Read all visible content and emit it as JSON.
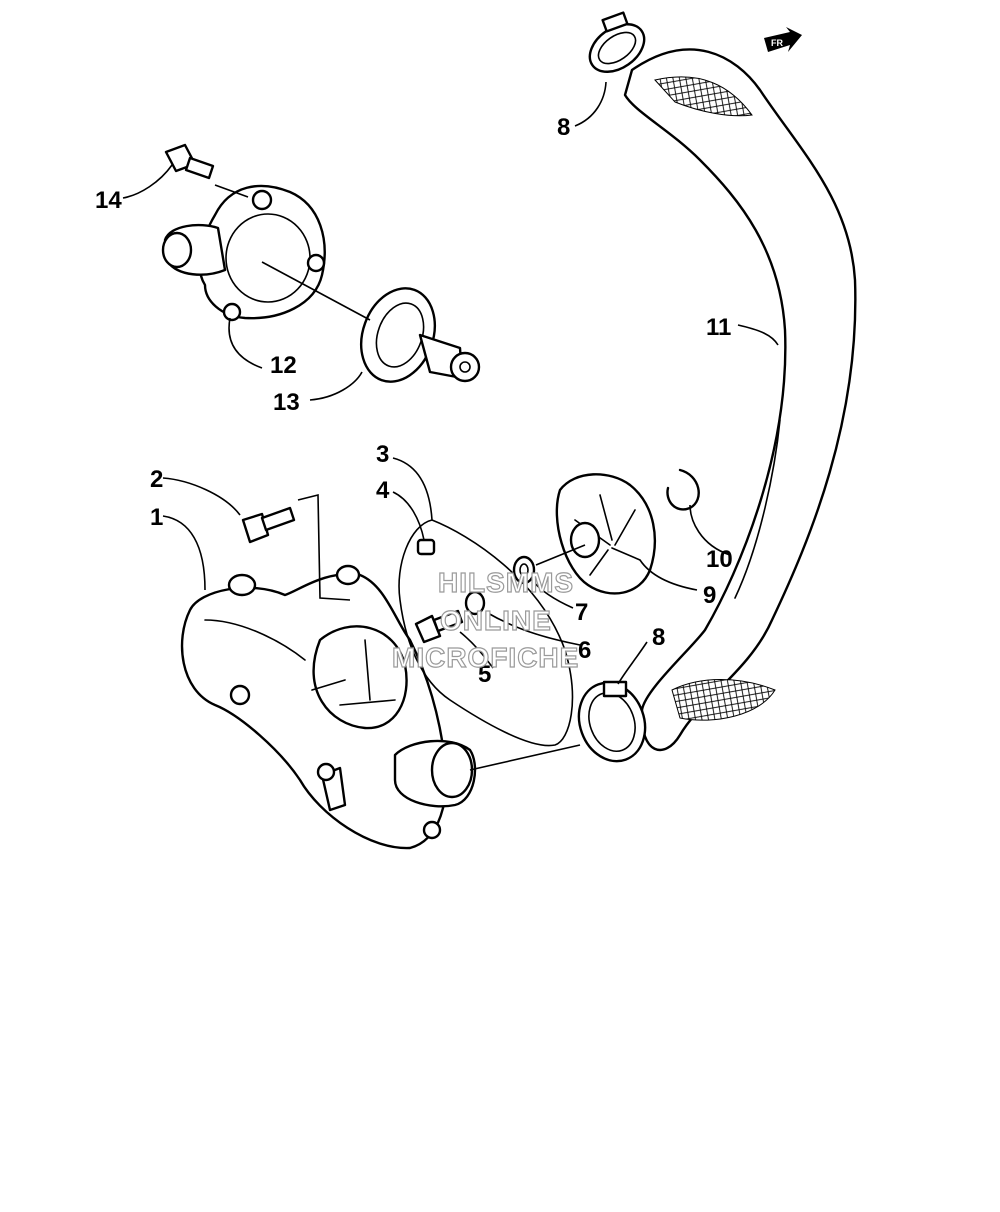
{
  "diagram": {
    "callouts": [
      {
        "id": "c1",
        "text": "1"
      },
      {
        "id": "c2",
        "text": "2"
      },
      {
        "id": "c3",
        "text": "3"
      },
      {
        "id": "c4",
        "text": "4"
      },
      {
        "id": "c5",
        "text": "5"
      },
      {
        "id": "c6",
        "text": "6"
      },
      {
        "id": "c7",
        "text": "7"
      },
      {
        "id": "c8a",
        "text": "8"
      },
      {
        "id": "c8b",
        "text": "8"
      },
      {
        "id": "c9",
        "text": "9"
      },
      {
        "id": "c10",
        "text": "10"
      },
      {
        "id": "c11",
        "text": "11"
      },
      {
        "id": "c12",
        "text": "12"
      },
      {
        "id": "c13",
        "text": "13"
      },
      {
        "id": "c14",
        "text": "14"
      }
    ],
    "watermark": [
      "HILSMMS",
      "ONLINE",
      "MICROFICHE"
    ],
    "front_arrow_icon": "fr-arrow-icon"
  }
}
